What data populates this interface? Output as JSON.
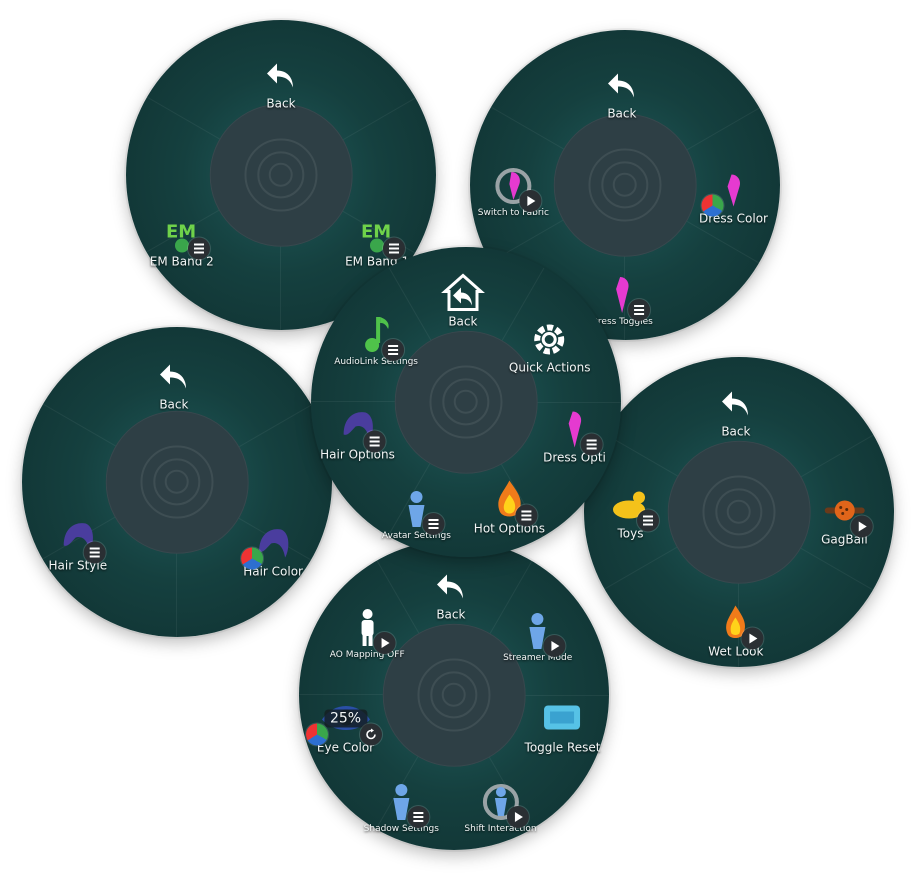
{
  "menus": {
    "em_band": {
      "back": "Back",
      "items": [
        "EM Band 2",
        "EM Band 1"
      ]
    },
    "dress": {
      "back": "Back",
      "items": [
        "Switch to Fabric",
        "Dress Color",
        "Dress Toggles"
      ]
    },
    "main": {
      "back": "Back",
      "items": [
        "AudioLink Settings",
        "Quick Actions",
        "Hair Options",
        "Dress Opti",
        "Avatar Settings",
        "Hot Options"
      ]
    },
    "hair": {
      "back": "Back",
      "items": [
        "Hair Style",
        "Hair Color"
      ]
    },
    "hot": {
      "back": "Back",
      "items": [
        "Toys",
        "GagBall",
        "Wet Look"
      ]
    },
    "avatar": {
      "back": "Back",
      "items": [
        "AO Mapping OFF",
        "Streamer Mode",
        "Eye Color",
        "Toggle Reset",
        "Shadow Settings",
        "Shift Interaction"
      ],
      "eye_color_percent": "25%"
    }
  },
  "colors": {
    "menu_bg": "#1f5a5a",
    "center_bg": "#2e3f45",
    "accent_submenu": "#2a2f33"
  },
  "icons": {
    "back": "back-arrow-icon",
    "home_back": "home-back-icon",
    "submenu": "submenu-list-icon",
    "play": "play-icon",
    "gear": "gear-icon",
    "color_wheel": "color-wheel-icon",
    "reset": "refresh-icon"
  }
}
